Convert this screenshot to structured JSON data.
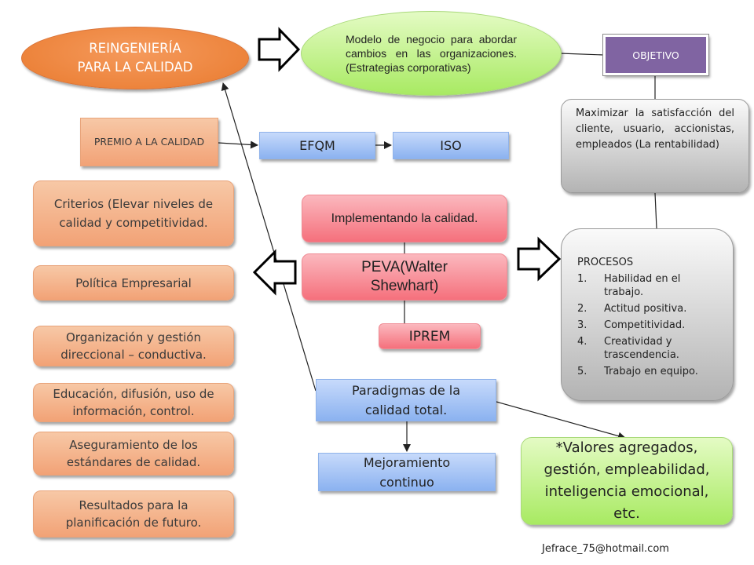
{
  "title": {
    "line1": "REINGENIERÍA",
    "line2": "PARA LA CALIDAD"
  },
  "model_text": "Modelo de negocio para abordar cambios en las organizaciones. (Estrategias corporativas)",
  "objetivo": "OBJETIVO",
  "maximizar": "Maximizar la satisfacción del cliente, usuario, accionistas, empleados (La rentabilidad)",
  "premio": "PREMIO A LA CALIDAD",
  "efqm": "EFQM",
  "iso": "ISO",
  "left_items": [
    "Criterios (Elevar niveles de calidad y competitividad.",
    "Política Empresarial",
    "Organización y gestión direccional – conductiva.",
    "Educación, difusión, uso de información, control.",
    "Aseguramiento de los estándares de calidad.",
    "Resultados para la planificación de futuro."
  ],
  "implementando": "Implementando la calidad.",
  "peva": "PEVA(Walter Shewhart)",
  "iprem": "IPREM",
  "procesos": {
    "title": "PROCESOS",
    "items": [
      "Habilidad en el trabajo.",
      "Actitud positiva.",
      "Competitividad.",
      "Creatividad y trascendencia.",
      "Trabajo en equipo."
    ]
  },
  "paradigmas": "Paradigmas de la calidad total.",
  "mejoramiento": "Mejoramiento continuo",
  "valores": "*Valores agregados, gestión, empleabilidad, inteligencia emocional, etc.",
  "footer": "Jefrace_75@hotmail.com",
  "colors": {
    "orange": "#f08a45",
    "salmon": "#f2a276",
    "pink": "#f5707c",
    "blue": "#8bb2f0",
    "green": "#a8ea62",
    "purple": "#8064a2",
    "gray": "#b3b3b3"
  }
}
